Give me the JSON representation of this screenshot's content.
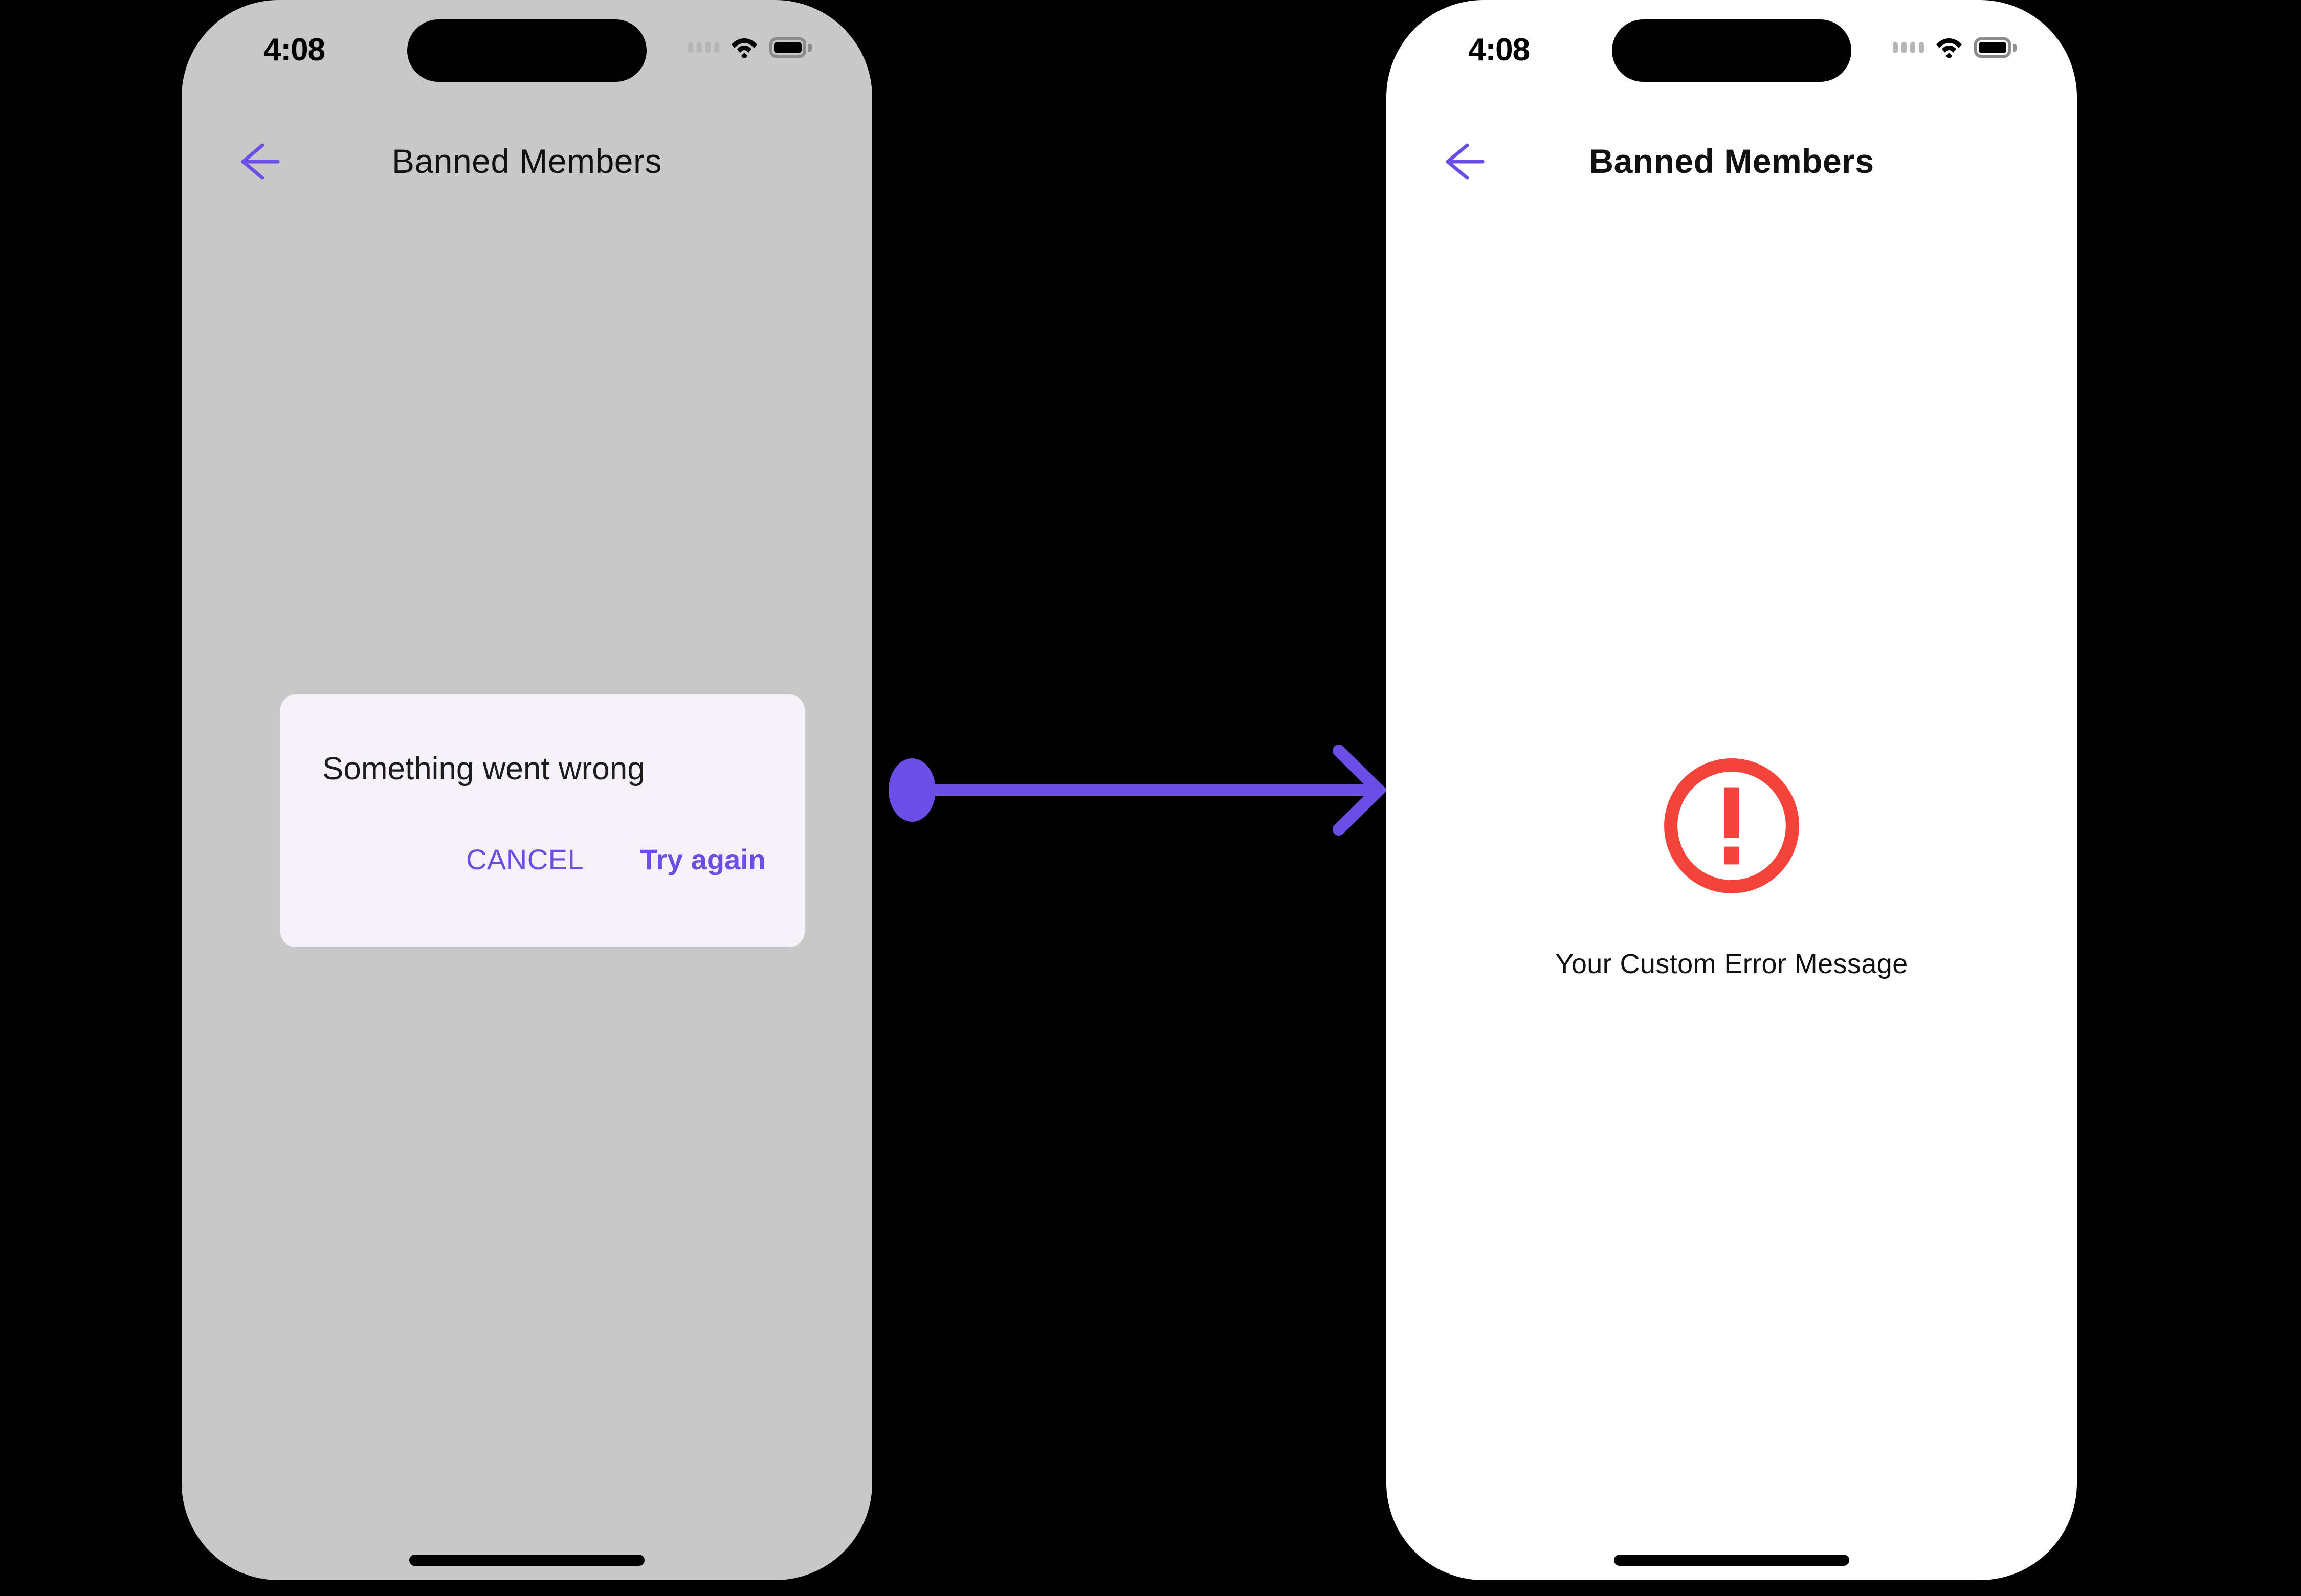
{
  "colors": {
    "accent_purple": "#6B4EE6",
    "error_red": "#F4433A",
    "scrim_grey": "#C8C8C8",
    "dialog_surface": "#F4F1F8",
    "screen_white": "#FFFFFF",
    "canvas_black": "#000000"
  },
  "status_bar": {
    "time": "4:08",
    "signal_icon": "signal-dots-icon",
    "wifi_icon": "wifi-icon",
    "battery_icon": "battery-icon"
  },
  "screens": [
    {
      "id": "dialog-state",
      "app_bar": {
        "back_icon": "arrow-left-icon",
        "title": "Banned Members"
      },
      "dialog": {
        "title": "Something went wrong",
        "cancel_label": "CANCEL",
        "retry_label": "Try again"
      }
    },
    {
      "id": "custom-error-state",
      "app_bar": {
        "back_icon": "arrow-left-icon",
        "title": "Banned Members"
      },
      "error": {
        "icon": "error-circle-exclamation-icon",
        "message": "Your Custom Error Message"
      }
    }
  ],
  "connector": {
    "name": "flow-arrow",
    "from": "dialog-state",
    "to": "custom-error-state"
  }
}
